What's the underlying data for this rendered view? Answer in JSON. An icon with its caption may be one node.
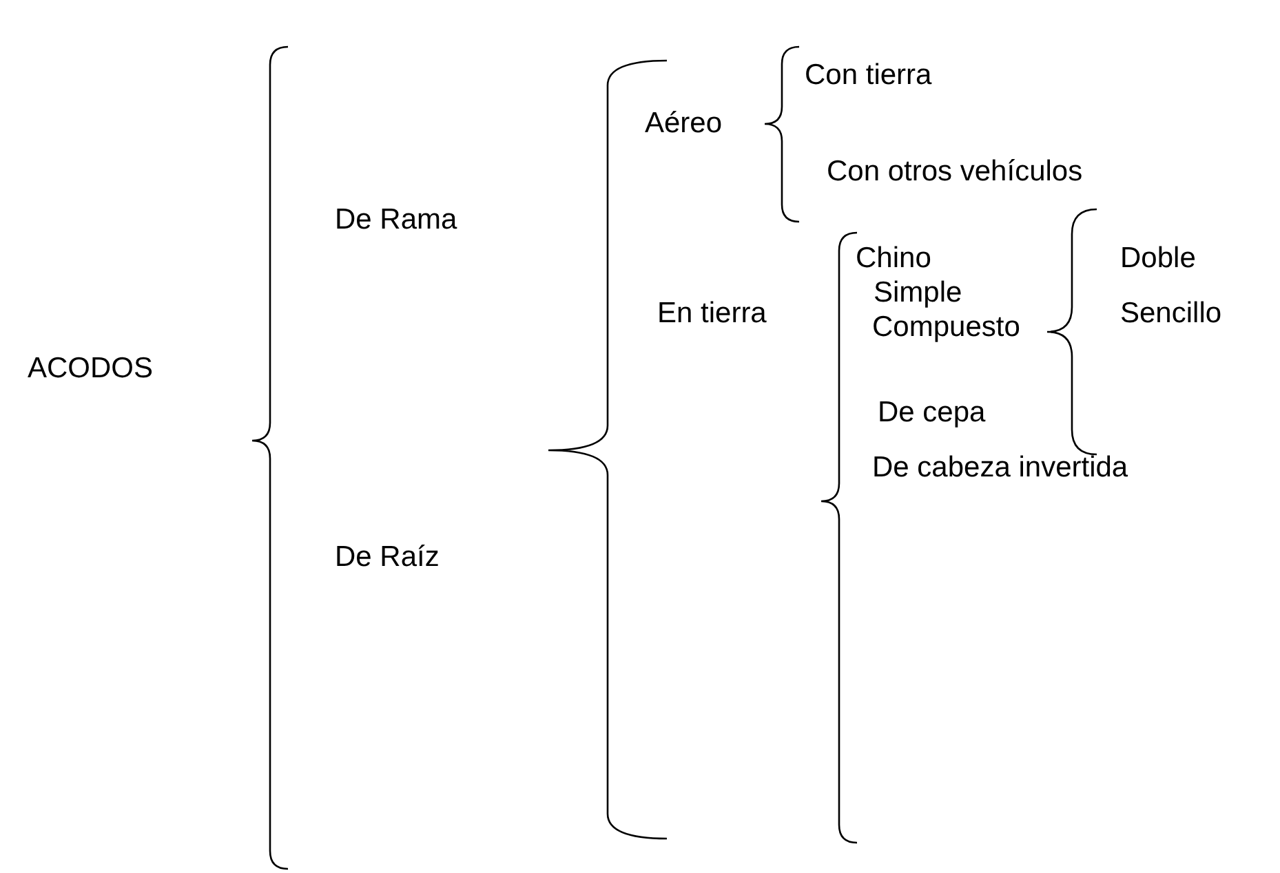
{
  "diagram": {
    "labels": [
      "ACODOS",
      "De Rama",
      "De Raíz",
      "Aéreo",
      "Con tierra",
      "Con otros vehículos",
      "En tierra",
      "Chino",
      "Simple",
      "Compuesto",
      "Doble",
      "Sencillo",
      "De cepa",
      "De cabeza invertida"
    ]
  }
}
